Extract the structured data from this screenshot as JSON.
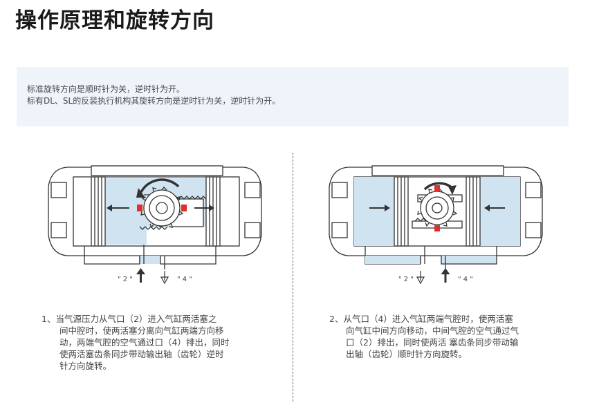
{
  "title": "操作原理和旋转方向",
  "note": {
    "line1": "标准旋转方向是顺时针为关，逆时针为开。",
    "line2": "标有DL、SL的反装执行机构其旋转方向是逆时针为关，逆时针为开。"
  },
  "diagram_left": {
    "port_a": "\" 2 \"",
    "port_b": "\" 4 \""
  },
  "diagram_right": {
    "port_a": "\" 2 \"",
    "port_b": "\" 4 \""
  },
  "captions": {
    "left": {
      "l1": "1、当气源压力从气口（2）进入气缸两活塞之",
      "l2": "间中腔时，使两活塞分离向气缸两端方向移",
      "l3": "动，两端气腔的空气通过口（4）排出，同时",
      "l4": "使两活塞齿条同步带动输出轴（齿轮）逆时",
      "l5": "针方向旋转。"
    },
    "right": {
      "l1": "2、从气口（4）进入气缸两端气腔时，使两活塞",
      "l2": "向气缸中间方向移动，中间气腔的空气通过气",
      "l3": "口（2）排出，同时使两活  塞齿条同步带动输",
      "l4": "出轴（齿轮）顺时针方向旋转。"
    }
  },
  "colors": {
    "air": "#cfe3f1",
    "line": "#333333",
    "marker": "#e0302a",
    "note_bg": "#eef4fa"
  }
}
